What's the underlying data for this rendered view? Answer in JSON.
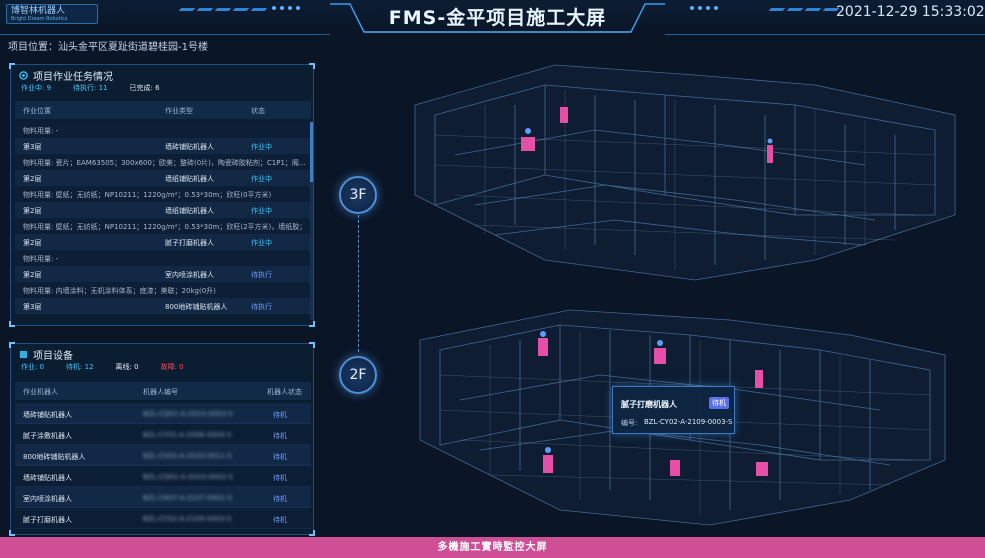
{
  "header": {
    "logo_main": "博智林机器人",
    "logo_sub": "Bright Dream Robotics",
    "title": "FMS-金平项目施工大屏",
    "datetime": "2021-12-29 15:33:02"
  },
  "location": "项目位置：汕头金平区夏趾街道碧桂园-1号楼",
  "tasks": {
    "title": "项目作业任务情况",
    "stats": [
      {
        "text": "作业中: 9",
        "tone": "cyan"
      },
      {
        "text": "待执行: 11",
        "tone": "cyan"
      },
      {
        "text": "已完成: 6",
        "tone": "white"
      }
    ],
    "columns": [
      "作业位置",
      "作业类型",
      "状态"
    ],
    "rows": [
      {
        "kind": "sub",
        "text": "物料用量: -"
      },
      {
        "kind": "main",
        "location": "第3层",
        "type": "墙砖铺贴机器人",
        "status": "作业中"
      },
      {
        "kind": "sub",
        "text": "物料用量: 瓷片；EAM63505；300x600；欧美；整砖(0片)，陶瓷砖胶粘剂；C1P1；阁..."
      },
      {
        "kind": "main",
        "location": "第2层",
        "type": "墙纸铺贴机器人",
        "status": "作业中"
      },
      {
        "kind": "sub",
        "text": "物料用量: 壁纸；无纺纸；NP10211；1220g/m²；0.53*30m；欣旺(0平方米)"
      },
      {
        "kind": "main",
        "location": "第2层",
        "type": "墙纸铺贴机器人",
        "status": "作业中"
      },
      {
        "kind": "sub",
        "text": "物料用量: 壁纸；无纺纸；NP10211；1220g/m²；0.53*30m；欣旺(2平方米)，墙纸胶；..."
      },
      {
        "kind": "main",
        "location": "第2层",
        "type": "腻子打磨机器人",
        "status": "作业中"
      },
      {
        "kind": "sub",
        "text": "物料用量: -"
      },
      {
        "kind": "main",
        "location": "第2层",
        "type": "室内喷涂机器人",
        "status": "待执行"
      },
      {
        "kind": "sub",
        "text": "物料用量: 内墙涂料；无机涂料体系；底漆；美联；20kg(0升)"
      },
      {
        "kind": "main",
        "location": "第3层",
        "type": "800地砖铺贴机器人",
        "status": "待执行"
      }
    ]
  },
  "devices": {
    "title": "项目设备",
    "stats": [
      {
        "text": "作业: 0",
        "tone": "cyan"
      },
      {
        "text": "待机: 12",
        "tone": "cyan"
      },
      {
        "text": "离线: 0",
        "tone": "white"
      },
      {
        "text": "故障: 0",
        "tone": "red"
      }
    ],
    "columns": [
      "作业机器人",
      "机器人编号",
      "机器人状态"
    ],
    "rows": [
      {
        "name": "墙砖铺贴机器人",
        "code": "BZL-CQ01-A-2010-0003-S",
        "status": "待机"
      },
      {
        "name": "腻子涂敷机器人",
        "code": "BZL-CY01-A-2006-0004-S",
        "status": "待机"
      },
      {
        "name": "800地砖铺贴机器人",
        "code": "BZL-CS02-A-2010-0011-S",
        "status": "待机"
      },
      {
        "name": "墙砖铺贴机器人",
        "code": "BZL-CQ01-A-2010-0002-S",
        "status": "待机"
      },
      {
        "name": "室内喷涂机器人",
        "code": "BZL-CK07-A-2107-0001-S",
        "status": "待机"
      },
      {
        "name": "腻子打磨机器人",
        "code": "BZL-CY02-A-2109-0003-S",
        "status": "待机"
      }
    ]
  },
  "floors": {
    "upper": "3F",
    "lower": "2F"
  },
  "robot_card": {
    "name": "腻子打磨机器人",
    "status": "待机",
    "code_label": "编号:",
    "code": "BZL-CY02-A-2109-0003-S"
  },
  "footer": "多機施工實時監控大屏",
  "colors": {
    "accent": "#3ec8ff",
    "waiting": "#6f9cff",
    "fault": "#ff4a5a",
    "robot_marker": "#e64fa8",
    "footer_bar": "#cf4f96"
  }
}
